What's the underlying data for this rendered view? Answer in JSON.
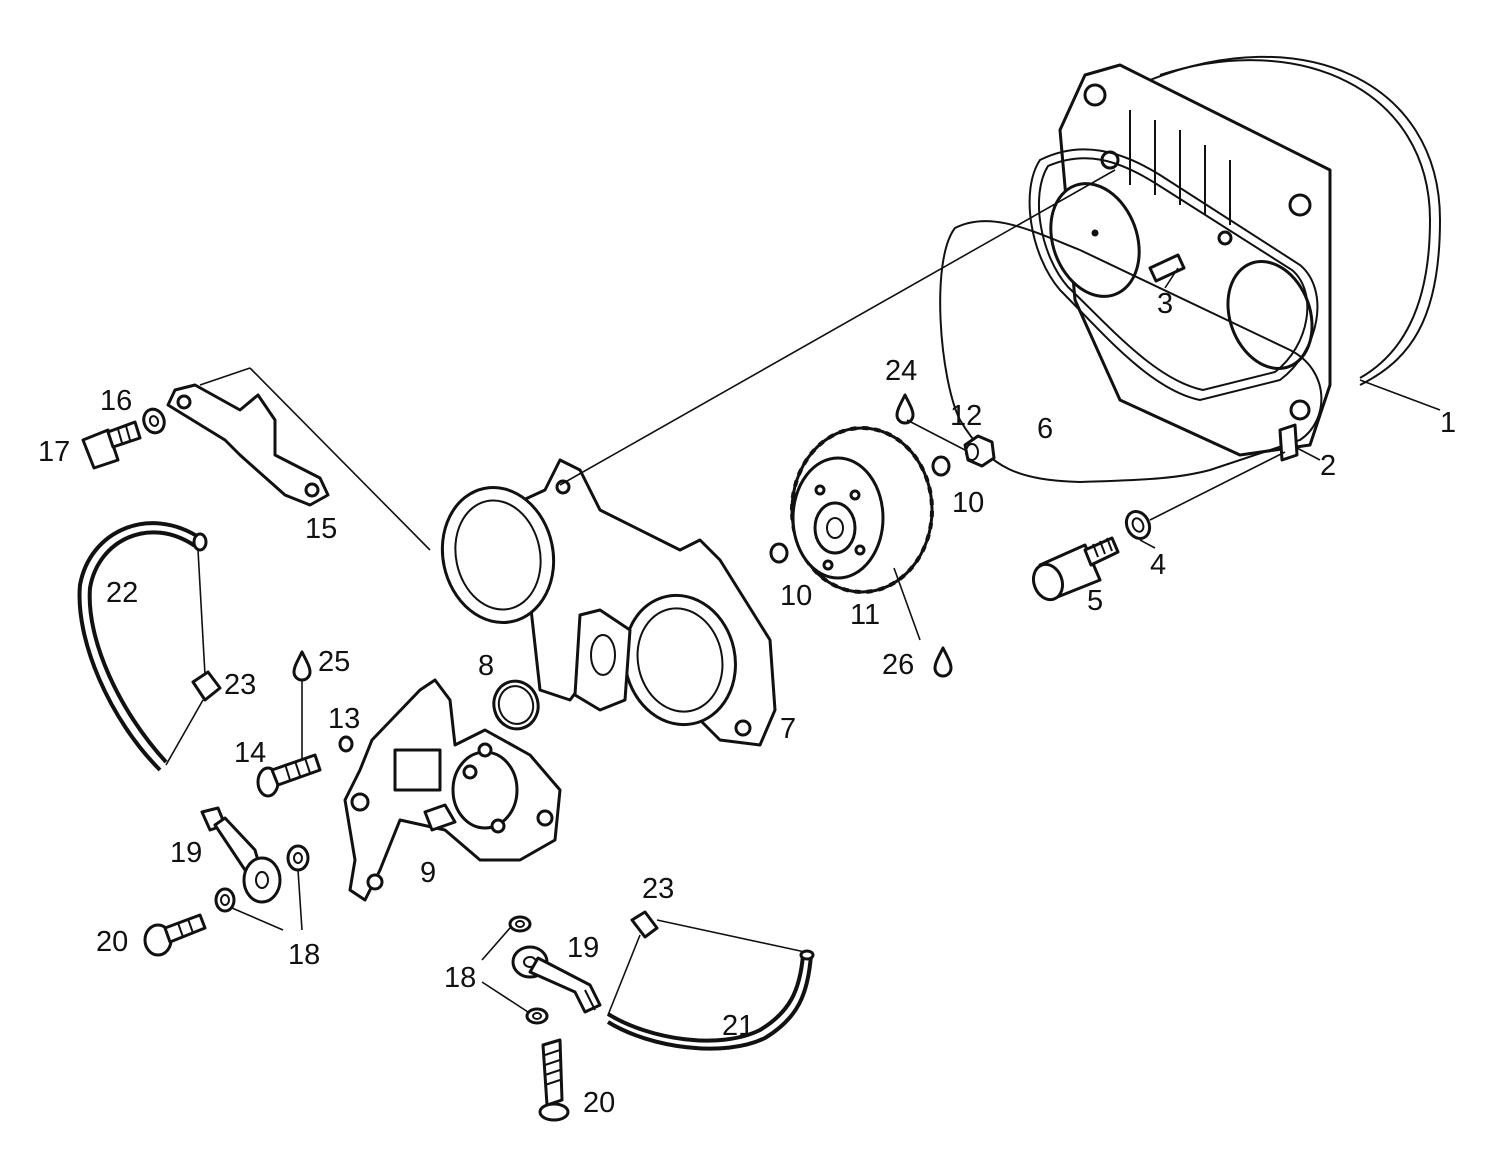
{
  "diagram": {
    "callouts": [
      {
        "id": "c1",
        "text": "1"
      },
      {
        "id": "c2",
        "text": "2"
      },
      {
        "id": "c3",
        "text": "3"
      },
      {
        "id": "c4",
        "text": "4"
      },
      {
        "id": "c5",
        "text": "5"
      },
      {
        "id": "c6",
        "text": "6"
      },
      {
        "id": "c7",
        "text": "7"
      },
      {
        "id": "c8",
        "text": "8"
      },
      {
        "id": "c9",
        "text": "9"
      },
      {
        "id": "c10a",
        "text": "10"
      },
      {
        "id": "c10b",
        "text": "10"
      },
      {
        "id": "c11",
        "text": "11"
      },
      {
        "id": "c12",
        "text": "12"
      },
      {
        "id": "c13",
        "text": "13"
      },
      {
        "id": "c14",
        "text": "14"
      },
      {
        "id": "c15",
        "text": "15"
      },
      {
        "id": "c16",
        "text": "16"
      },
      {
        "id": "c17",
        "text": "17"
      },
      {
        "id": "c18a",
        "text": "18"
      },
      {
        "id": "c18b",
        "text": "18"
      },
      {
        "id": "c19a",
        "text": "19"
      },
      {
        "id": "c19b",
        "text": "19"
      },
      {
        "id": "c20a",
        "text": "20"
      },
      {
        "id": "c20b",
        "text": "20"
      },
      {
        "id": "c21",
        "text": "21"
      },
      {
        "id": "c22",
        "text": "22"
      },
      {
        "id": "c23a",
        "text": "23"
      },
      {
        "id": "c23b",
        "text": "23"
      },
      {
        "id": "c24",
        "text": "24"
      },
      {
        "id": "c25",
        "text": "25"
      },
      {
        "id": "c26",
        "text": "26"
      }
    ],
    "icons": {
      "sealant": "droplet-icon"
    }
  }
}
